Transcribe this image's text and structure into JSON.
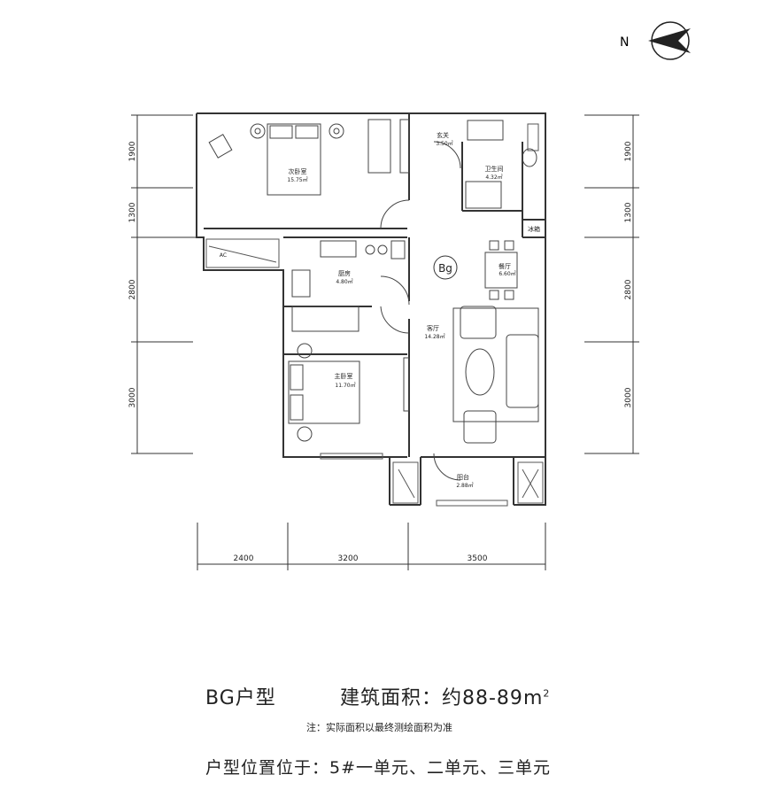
{
  "north_label": "N",
  "plan_code": "Bg",
  "rooms": [
    {
      "name": "次卧室",
      "area": "15.75㎡"
    },
    {
      "name": "玄关",
      "area": "3.50㎡"
    },
    {
      "name": "卫生间",
      "area": "4.32㎡"
    },
    {
      "name": "冰箱",
      "area": ""
    },
    {
      "name": "厨房",
      "area": "4.80㎡"
    },
    {
      "name": "餐厅",
      "area": "6.60㎡"
    },
    {
      "name": "客厅",
      "area": "14.28㎡"
    },
    {
      "name": "主卧室",
      "area": "11.70㎡"
    },
    {
      "name": "阳台",
      "area": "2.88㎡"
    },
    {
      "name": "AC",
      "area": ""
    }
  ],
  "dimensions": {
    "left": [
      "1900",
      "1300",
      "2800",
      "3000"
    ],
    "right": [
      "1900",
      "1300",
      "2800",
      "3000"
    ],
    "bottom": [
      "2400",
      "3200",
      "3500"
    ]
  },
  "footer": {
    "type_label": "BG户型",
    "area_label": "建筑面积：约88-89",
    "area_unit": "m",
    "area_unit_sup": "2",
    "note": "注：实际面积以最终测绘面积为准",
    "location": "户型位置位于：5#一单元、二单元、三单元"
  }
}
